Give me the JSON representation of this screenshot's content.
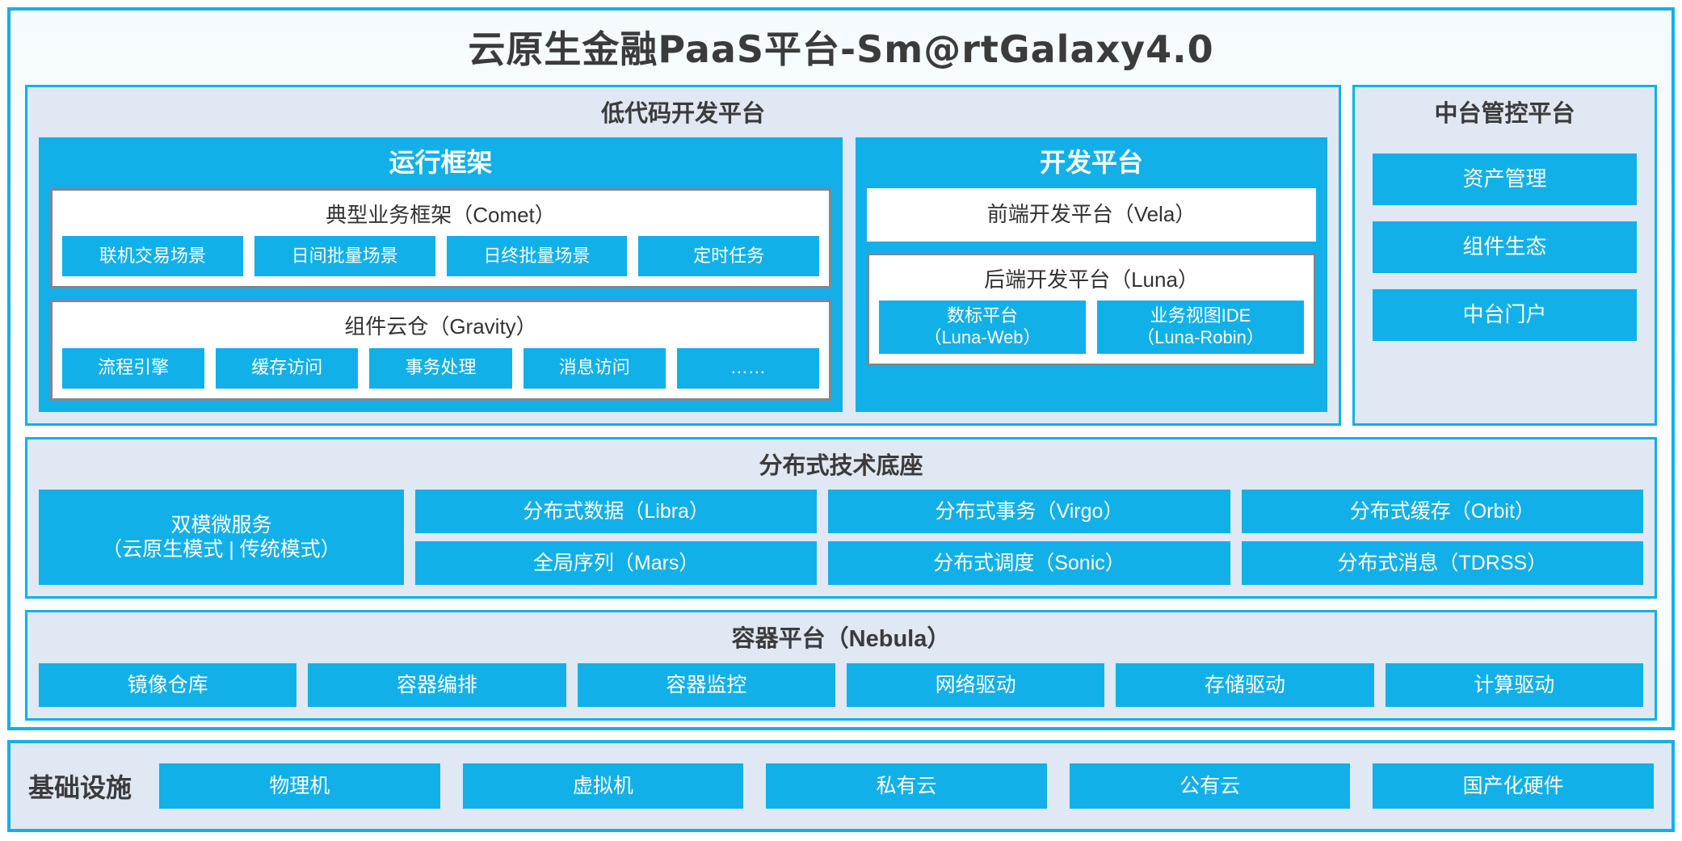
{
  "colors": {
    "accent_blue": "#12b0e8",
    "panel_bg": "#dfe8f3",
    "card_border_gray": "#7d8792",
    "text_dark": "#3b3b3b",
    "white": "#ffffff"
  },
  "title": "云原生金融PaaS平台-Sm@rtGalaxy4.0",
  "lowcode": {
    "title": "低代码开发平台",
    "runtime": {
      "title": "运行框架",
      "comet": {
        "title": "典型业务框架（Comet）",
        "items": [
          "联机交易场景",
          "日间批量场景",
          "日终批量场景",
          "定时任务"
        ]
      },
      "gravity": {
        "title": "组件云仓（Gravity）",
        "items": [
          "流程引擎",
          "缓存访问",
          "事务处理",
          "消息访问",
          "……"
        ]
      }
    },
    "devplatform": {
      "title": "开发平台",
      "frontend": "前端开发平台（Vela）",
      "backend": {
        "title": "后端开发平台（Luna）",
        "items": [
          {
            "line1": "数标平台",
            "line2": "（Luna-Web）"
          },
          {
            "line1": "业务视图IDE",
            "line2": "（Luna-Robin）"
          }
        ]
      }
    }
  },
  "midplatform": {
    "title": "中台管控平台",
    "items": [
      "资产管理",
      "组件生态",
      "中台门户"
    ]
  },
  "distbase": {
    "title": "分布式技术底座",
    "microservice": {
      "line1": "双模微服务",
      "line2": "（云原生模式 | 传统模式）"
    },
    "columns": [
      [
        "分布式数据（Libra）",
        "全局序列（Mars）"
      ],
      [
        "分布式事务（Virgo）",
        "分布式调度（Sonic）"
      ],
      [
        "分布式缓存（Orbit）",
        "分布式消息（TDRSS）"
      ]
    ]
  },
  "containerplatform": {
    "title": "容器平台（Nebula）",
    "items": [
      "镜像仓库",
      "容器编排",
      "容器监控",
      "网络驱动",
      "存储驱动",
      "计算驱动"
    ]
  },
  "infrastructure": {
    "label": "基础设施",
    "items": [
      "物理机",
      "虚拟机",
      "私有云",
      "公有云",
      "国产化硬件"
    ]
  }
}
